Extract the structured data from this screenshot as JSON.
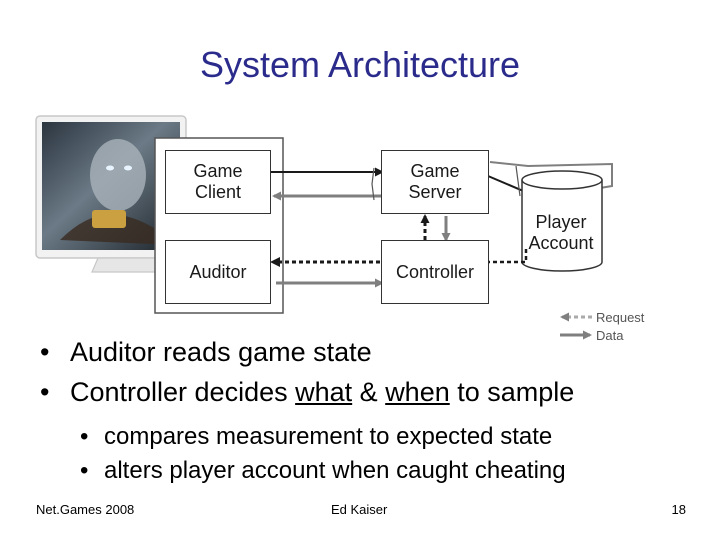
{
  "slide": {
    "title": "System Architecture"
  },
  "diagram": {
    "game_client": "Game\nClient",
    "game_server": "Game\nServer",
    "auditor": "Auditor",
    "controller": "Controller",
    "player_account": "Player\nAccount"
  },
  "legend": {
    "request": "Request",
    "data": "Data"
  },
  "bullets": {
    "items": [
      {
        "bullet": "•",
        "text": "Auditor reads game state"
      },
      {
        "bullet": "•",
        "parts": [
          "Controller decides ",
          "what",
          " & ",
          "when",
          " to sample"
        ]
      }
    ]
  },
  "sub_bullets": {
    "items": [
      {
        "bullet": "•",
        "text": "compares measurement to expected state"
      },
      {
        "bullet": "•",
        "text": "alters player account when caught cheating"
      }
    ]
  },
  "footer": {
    "left": "Net.Games 2008",
    "center": "Ed Kaiser",
    "right": "18"
  },
  "colors": {
    "title": "#2b2b8c",
    "arrow": "#7f7f7f",
    "request_arrow": "#1a1a1a"
  }
}
